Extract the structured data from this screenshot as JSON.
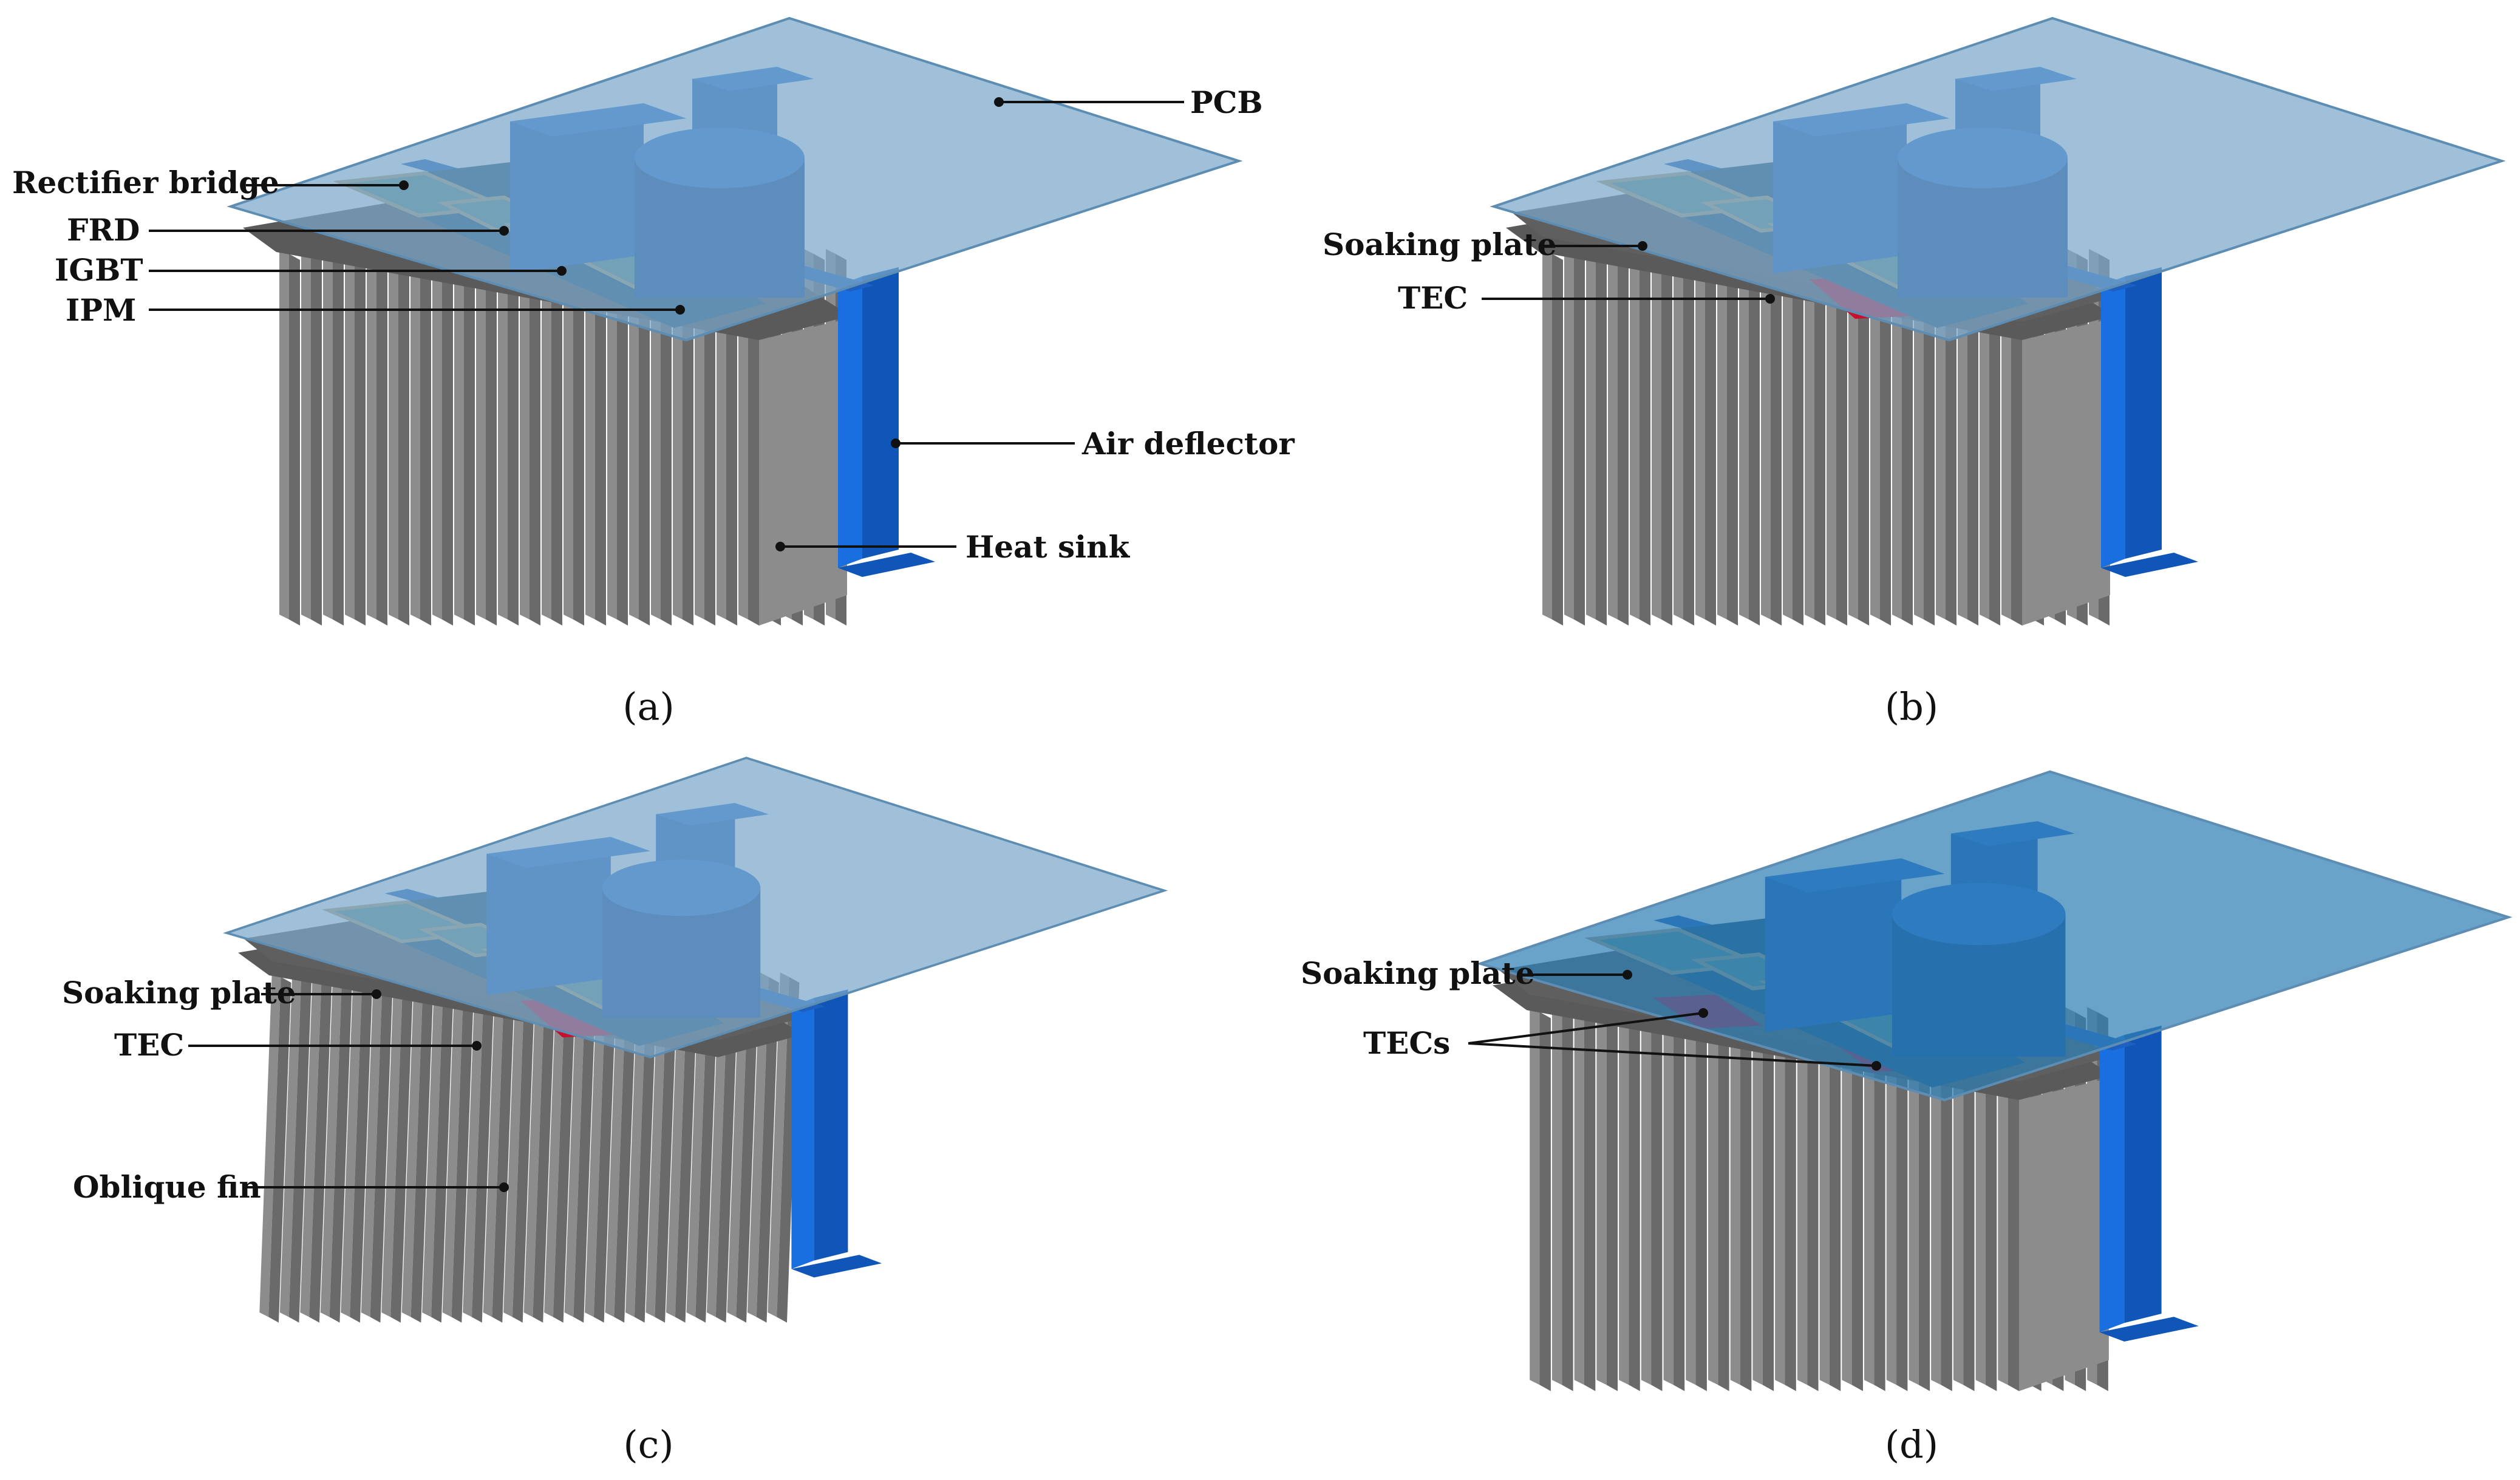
{
  "colors": {
    "pcb": "#7aa8c9",
    "pcb_dark": "#2f7fb5",
    "pcb_edge": "#5d8db2",
    "component_blue": "#1e5fbf",
    "component_blue_dark": "#134a9b",
    "component_blue_top": "#2c72d6",
    "deflector": "#1a6fe0",
    "deflector_dark": "#0f56b8",
    "heatsink": "#8c8c8c",
    "heatsink_dark": "#6a6a6a",
    "heatsink_top": "#5a5a5a",
    "soaking_plate": "#5f5f5f",
    "tec": "#c8102e",
    "module_teal": "#5e8f8c",
    "module_edge": "#b8a27a",
    "substrate": "#1f4f73"
  },
  "panels": [
    {
      "id": "a",
      "caption": "(a)",
      "labels": {
        "pcb": "PCB",
        "rectifier": "Rectifier bridge",
        "frd": "FRD",
        "igbt": "IGBT",
        "ipm": "IPM",
        "deflector": "Air deflector",
        "heatsink": "Heat sink"
      }
    },
    {
      "id": "b",
      "caption": "(b)",
      "labels": {
        "soaking": "Soaking plate",
        "tec": "TEC"
      }
    },
    {
      "id": "c",
      "caption": "(c)",
      "labels": {
        "soaking": "Soaking plate",
        "tec": "TEC",
        "fin": "Oblique fin"
      }
    },
    {
      "id": "d",
      "caption": "(d)",
      "labels": {
        "soaking": "Soaking plate",
        "tecs": "TECs"
      }
    }
  ]
}
